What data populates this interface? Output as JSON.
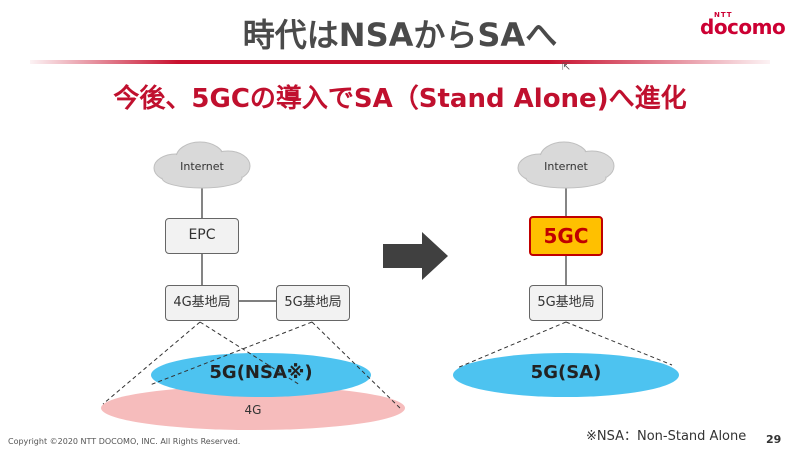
{
  "title": "時代はNSAからSAへ",
  "logo": {
    "brand": "docomo",
    "small": "NTT"
  },
  "subtitle": "今後、5GCの導入でSA（Stand Alone)へ進化",
  "left": {
    "cloud": "Internet",
    "core": "EPC",
    "bs4g": "4G基地局",
    "bs5g": "5G基地局",
    "area5g": "5G(NSA※)",
    "area4g": "4G"
  },
  "right": {
    "cloud": "Internet",
    "core": "5GC",
    "bs5g": "5G基地局",
    "area5g": "5G(SA)"
  },
  "footnote": "※NSA：Non-Stand Alone",
  "copyright": "Copyright ©2020 NTT DOCOMO, INC. All Rights Reserved.",
  "page": "29",
  "colors": {
    "title": "#4a4a4a",
    "accent": "#c0102e",
    "area5g": "#4dc3f0",
    "area4g": "#f6bcbc",
    "core5g_fill": "#ffc000",
    "core5g_border": "#c00000",
    "arrow": "#404040"
  },
  "icons": {
    "arrow": "right-arrow-icon",
    "cloud": "cloud-icon"
  }
}
